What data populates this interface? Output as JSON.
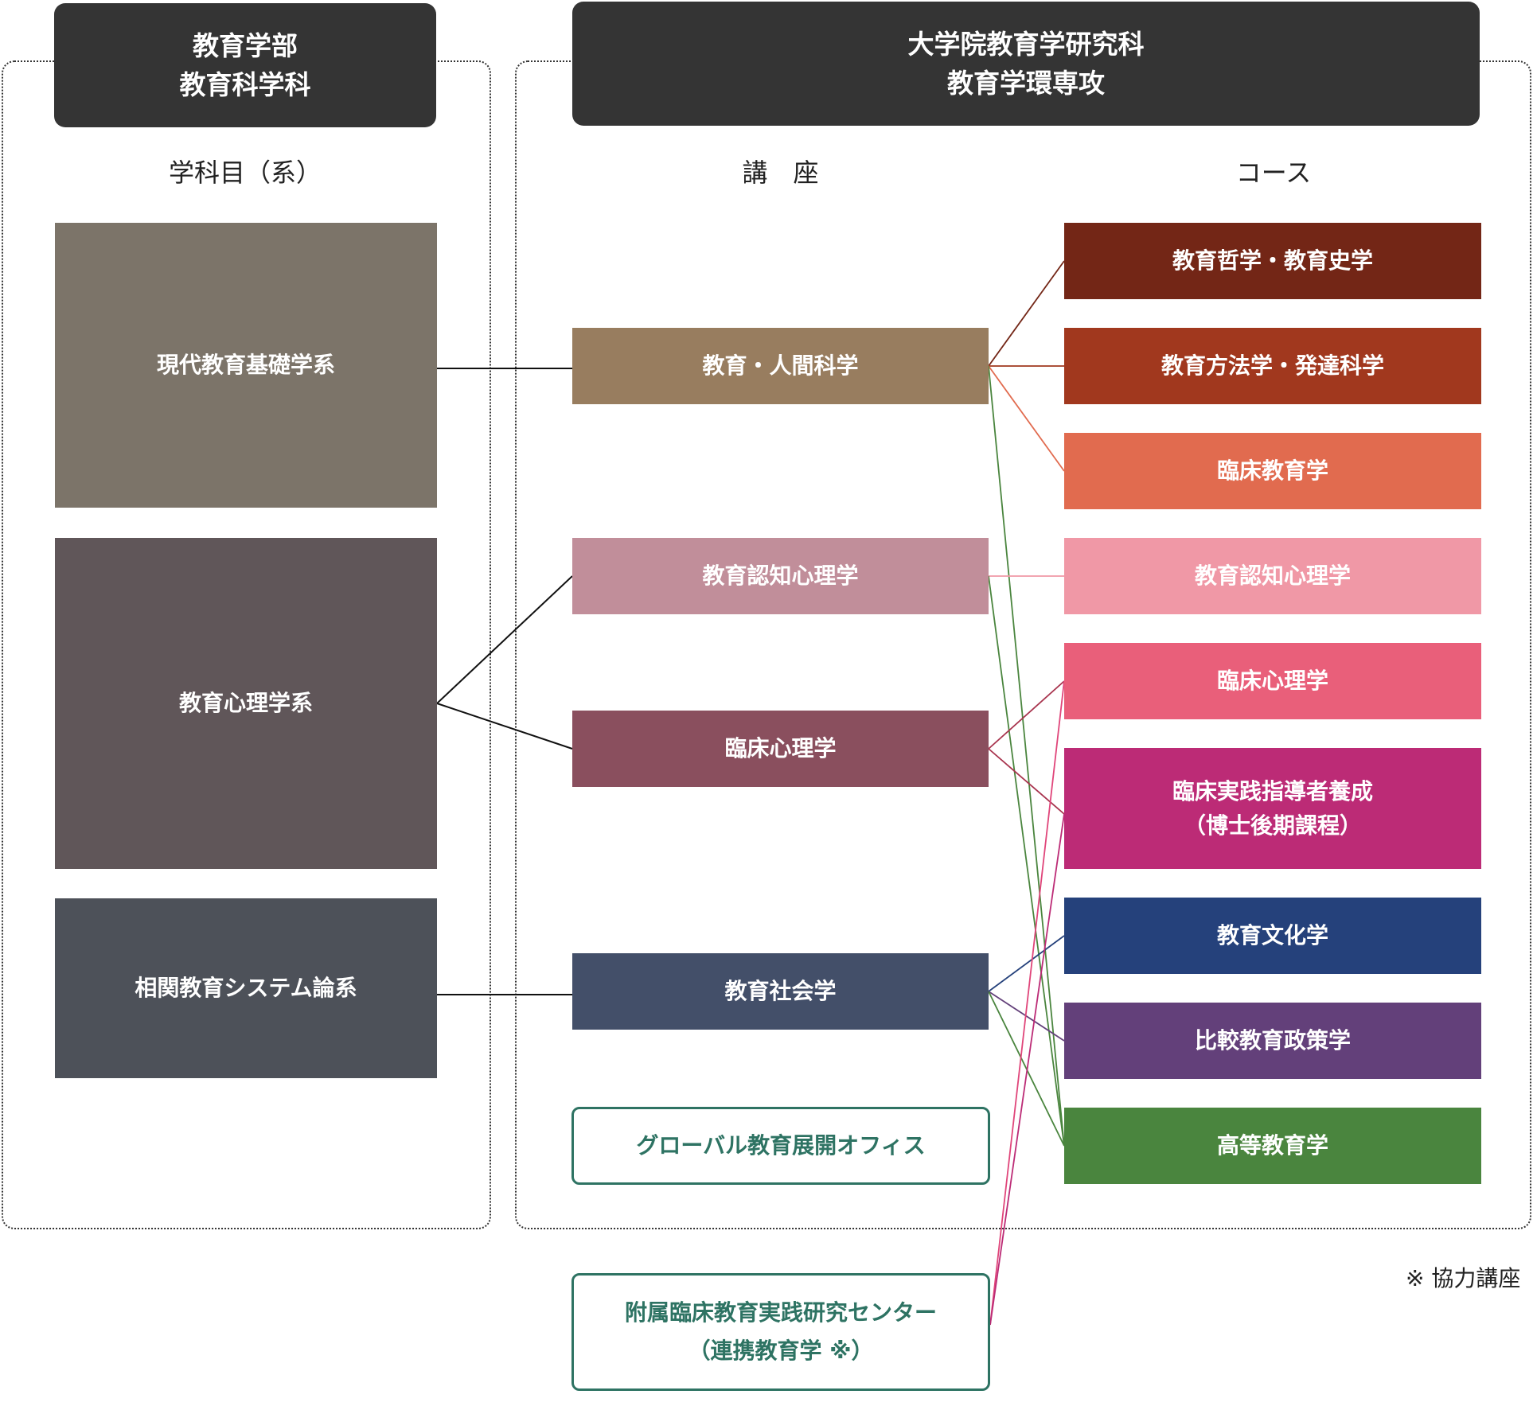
{
  "undergrad": {
    "title_line1": "教育学部",
    "title_line2": "教育科学科",
    "col_label": "学科目（系）",
    "items": [
      {
        "label": "現代教育基礎学系",
        "color": "#7c7469"
      },
      {
        "label": "教育心理学系",
        "color": "#605659"
      },
      {
        "label": "相関教育システム論系",
        "color": "#4d5159"
      }
    ]
  },
  "grad": {
    "title_line1": "大学院教育学研究科",
    "title_line2": "教育学環専攻",
    "koza_label": "講　座",
    "course_label": "コース"
  },
  "koza": [
    {
      "label": "教育・人間科学",
      "color": "#987d5f"
    },
    {
      "label": "教育認知心理学",
      "color": "#c18e9a"
    },
    {
      "label": "臨床心理学",
      "color": "#8a4f5e"
    },
    {
      "label": "教育社会学",
      "color": "#434f69"
    }
  ],
  "offices": [
    {
      "line1": "グローバル教育展開オフィス",
      "line2": ""
    },
    {
      "line1": "附属臨床教育実践研究センター",
      "line2": "（連携教育学 ※）"
    }
  ],
  "courses": [
    {
      "line1": "教育哲学・教育史学",
      "line2": "",
      "color": "#732616"
    },
    {
      "line1": "教育方法学・発達科学",
      "line2": "",
      "color": "#a1381e"
    },
    {
      "line1": "臨床教育学",
      "line2": "",
      "color": "#e16b4f"
    },
    {
      "line1": "教育認知心理学",
      "line2": "",
      "color": "#f098a6"
    },
    {
      "line1": "臨床心理学",
      "line2": "",
      "color": "#e95f7a"
    },
    {
      "line1": "臨床実践指導者養成",
      "line2": "（博士後期課程）",
      "color": "#bc2b76"
    },
    {
      "line1": "教育文化学",
      "line2": "",
      "color": "#25417b"
    },
    {
      "line1": "比較教育政策学",
      "line2": "",
      "color": "#63407a"
    },
    {
      "line1": "高等教育学",
      "line2": "",
      "color": "#4a853e"
    }
  ],
  "note": "※ 協力講座",
  "link_colors": {
    "black": "#111111",
    "brown": "#732616",
    "rust": "#a1381e",
    "coral": "#e16b4f",
    "pink": "#f098a6",
    "rose": "#a8344e",
    "magenta": "#bc2b76",
    "hotpink": "#e0457a",
    "navy": "#25417b",
    "purple": "#63407a",
    "green": "#4a853e"
  }
}
